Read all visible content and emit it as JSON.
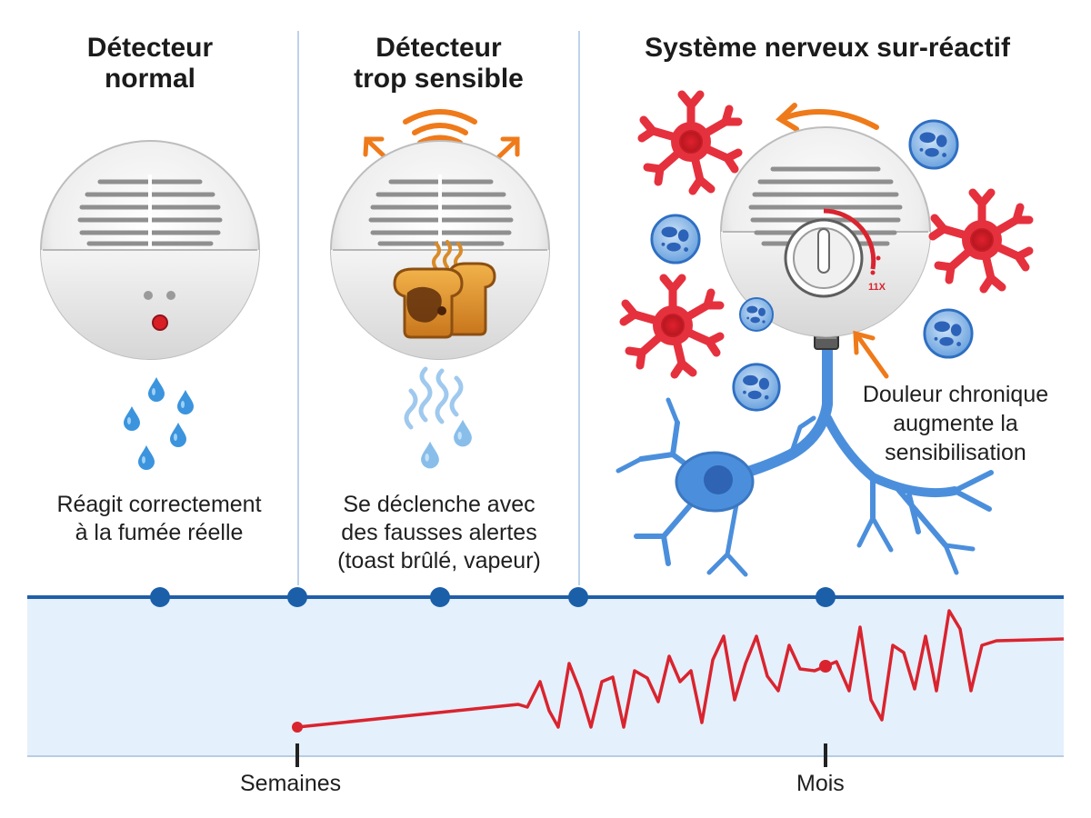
{
  "panels": [
    {
      "title_line1": "Détecteur",
      "title_line2": "normal",
      "caption_line1": "Réagit correctement",
      "caption_line2": "à la fumée réelle"
    },
    {
      "title_line1": "Détecteur",
      "title_line2": "trop sensible",
      "caption_line1": "Se déclenche avec",
      "caption_line2": "des fausses alertes",
      "caption_line3": "(toast brûlé, vapeur)"
    },
    {
      "title_line1": "Système nerveux sur-réactif",
      "dial_label": "11X",
      "callout_line1": "Douleur chronique",
      "callout_line2": "augmente la",
      "callout_line3": "sensibilisation"
    }
  ],
  "timeline": {
    "label_start": "Semaines",
    "label_end": "Mois"
  },
  "colors": {
    "primary_blue": "#1f5ea8",
    "node_blue": "#1b5fa9",
    "pain_red": "#d9242f",
    "glial_red": "#e5313d",
    "immune_blue": "#3f7fd0",
    "neuron_blue": "#4b8fdc",
    "arrow_orange": "#ef7a1a",
    "band_fill": "#e4f0fb"
  },
  "icons": [
    "smoke-detector-icon",
    "water-drop-icon",
    "burnt-toast-icon",
    "sound-wave-icon",
    "neuron-icon",
    "glial-cell-icon",
    "immune-cell-icon",
    "dial-knob-icon"
  ]
}
